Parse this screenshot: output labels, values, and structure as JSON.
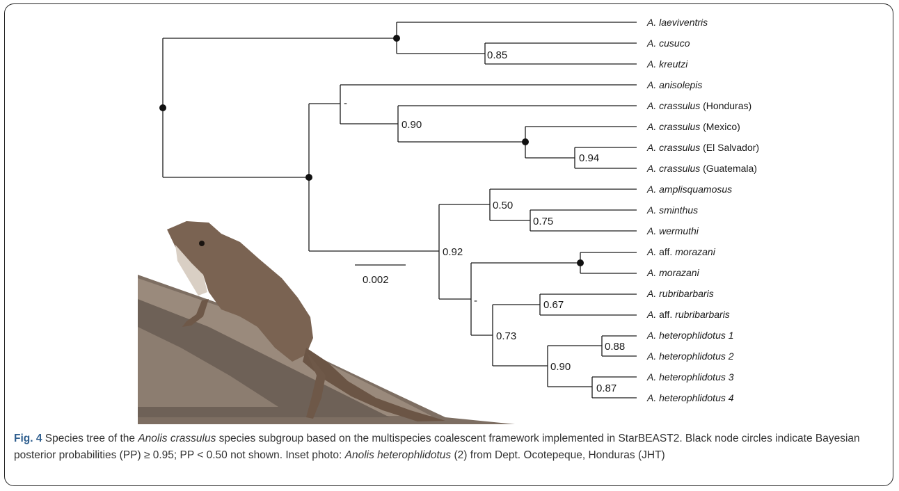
{
  "tree": {
    "tips": [
      {
        "id": "t1",
        "parts": [
          {
            "t": "A. laeviventris",
            "i": true
          }
        ]
      },
      {
        "id": "t2",
        "parts": [
          {
            "t": "A. cusuco",
            "i": true
          }
        ]
      },
      {
        "id": "t3",
        "parts": [
          {
            "t": "A. kreutzi",
            "i": true
          }
        ]
      },
      {
        "id": "t4",
        "parts": [
          {
            "t": "A. anisolepis",
            "i": true
          }
        ]
      },
      {
        "id": "t5",
        "parts": [
          {
            "t": "A. crassulus",
            "i": true
          },
          {
            "t": " (Honduras)",
            "i": false
          }
        ]
      },
      {
        "id": "t6",
        "parts": [
          {
            "t": "A. crassulus",
            "i": true
          },
          {
            "t": " (Mexico)",
            "i": false
          }
        ]
      },
      {
        "id": "t7",
        "parts": [
          {
            "t": "A. crassulus",
            "i": true
          },
          {
            "t": " (El Salvador)",
            "i": false
          }
        ]
      },
      {
        "id": "t8",
        "parts": [
          {
            "t": "A. crassulus",
            "i": true
          },
          {
            "t": " (Guatemala)",
            "i": false
          }
        ]
      },
      {
        "id": "t9",
        "parts": [
          {
            "t": "A. amplisquamosus",
            "i": true
          }
        ]
      },
      {
        "id": "t10",
        "parts": [
          {
            "t": "A. sminthus",
            "i": true
          }
        ]
      },
      {
        "id": "t11",
        "parts": [
          {
            "t": "A. wermuthi",
            "i": true
          }
        ]
      },
      {
        "id": "t12",
        "parts": [
          {
            "t": "A.",
            "i": true
          },
          {
            "t": " aff. ",
            "i": false
          },
          {
            "t": "morazani",
            "i": true
          }
        ]
      },
      {
        "id": "t13",
        "parts": [
          {
            "t": "A. morazani",
            "i": true
          }
        ]
      },
      {
        "id": "t14",
        "parts": [
          {
            "t": "A. rubribarbaris",
            "i": true
          }
        ]
      },
      {
        "id": "t15",
        "parts": [
          {
            "t": "A.",
            "i": true
          },
          {
            "t": " aff. ",
            "i": false
          },
          {
            "t": "rubribarbaris",
            "i": true
          }
        ]
      },
      {
        "id": "t16",
        "parts": [
          {
            "t": "A. heterophlidotus 1",
            "i": true
          }
        ]
      },
      {
        "id": "t17",
        "parts": [
          {
            "t": "A. heterophlidotus 2",
            "i": true
          }
        ]
      },
      {
        "id": "t18",
        "parts": [
          {
            "t": "A. heterophlidotus 3",
            "i": true
          }
        ]
      },
      {
        "id": "t19",
        "parts": [
          {
            "t": "A. heterophlidotus 4",
            "i": true
          }
        ]
      }
    ],
    "node_support": [
      {
        "node": "cusuco-kreutzi",
        "label": "0.85"
      },
      {
        "node": "anisolepis-crassulus",
        "label": "-"
      },
      {
        "node": "crassulus",
        "label": "0.90"
      },
      {
        "node": "elsalvador-guatemala",
        "label": "0.94"
      },
      {
        "node": "amplisquamosus-group",
        "label": "0.50"
      },
      {
        "node": "sminthus-wermuthi",
        "label": "0.75"
      },
      {
        "node": "southern-clade",
        "label": "0.92"
      },
      {
        "node": "morazani-rubribarbaris-group",
        "label": "-"
      },
      {
        "node": "rubribarbaris-heterophlidotus",
        "label": "0.73"
      },
      {
        "node": "rubribarbaris",
        "label": "0.67"
      },
      {
        "node": "heterophlidotus",
        "label": "0.90"
      },
      {
        "node": "heterophlidotus-1-2",
        "label": "0.88"
      },
      {
        "node": "heterophlidotus-3-4",
        "label": "0.87"
      }
    ],
    "scale_bar_label": "0.002"
  },
  "caption": {
    "fig_label": "Fig. 4",
    "part1": " Species tree of the ",
    "taxon1": "Anolis crassulus",
    "part2": " species subgroup based on the multispecies coalescent framework implemented in StarBEAST2. Black node circles indicate Bayesian posterior probabilities (PP) ≥ 0.95; PP < 0.50 not shown. Inset photo: ",
    "taxon2": "Anolis heterophlidotus",
    "part3": " (2) from Dept. Ocotepeque, Honduras (JHT)"
  }
}
